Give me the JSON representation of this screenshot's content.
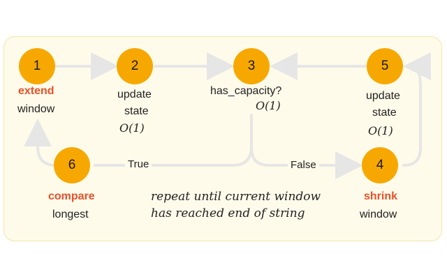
{
  "nodes": [
    {
      "num": "1",
      "line1": "extend",
      "line2": "window"
    },
    {
      "num": "2",
      "line1": "update",
      "line2": "state",
      "complexity": "O(1)"
    },
    {
      "num": "3",
      "line1": "has_capacity?",
      "complexity": "O(1)"
    },
    {
      "num": "4",
      "line1": "shrink",
      "line2": "window"
    },
    {
      "num": "5",
      "line1": "update",
      "line2": "state",
      "complexity": "O(1)"
    },
    {
      "num": "6",
      "line1": "compare",
      "line2": "longest"
    }
  ],
  "edges": {
    "true_label": "True",
    "false_label": "False"
  },
  "note": {
    "line1": "repeat until current window",
    "line2": "has reached end of string"
  },
  "colors": {
    "node": "#f7a800",
    "accent": "#e8502a",
    "arrow": "#e6e6e6",
    "panel": "#fefbea"
  }
}
